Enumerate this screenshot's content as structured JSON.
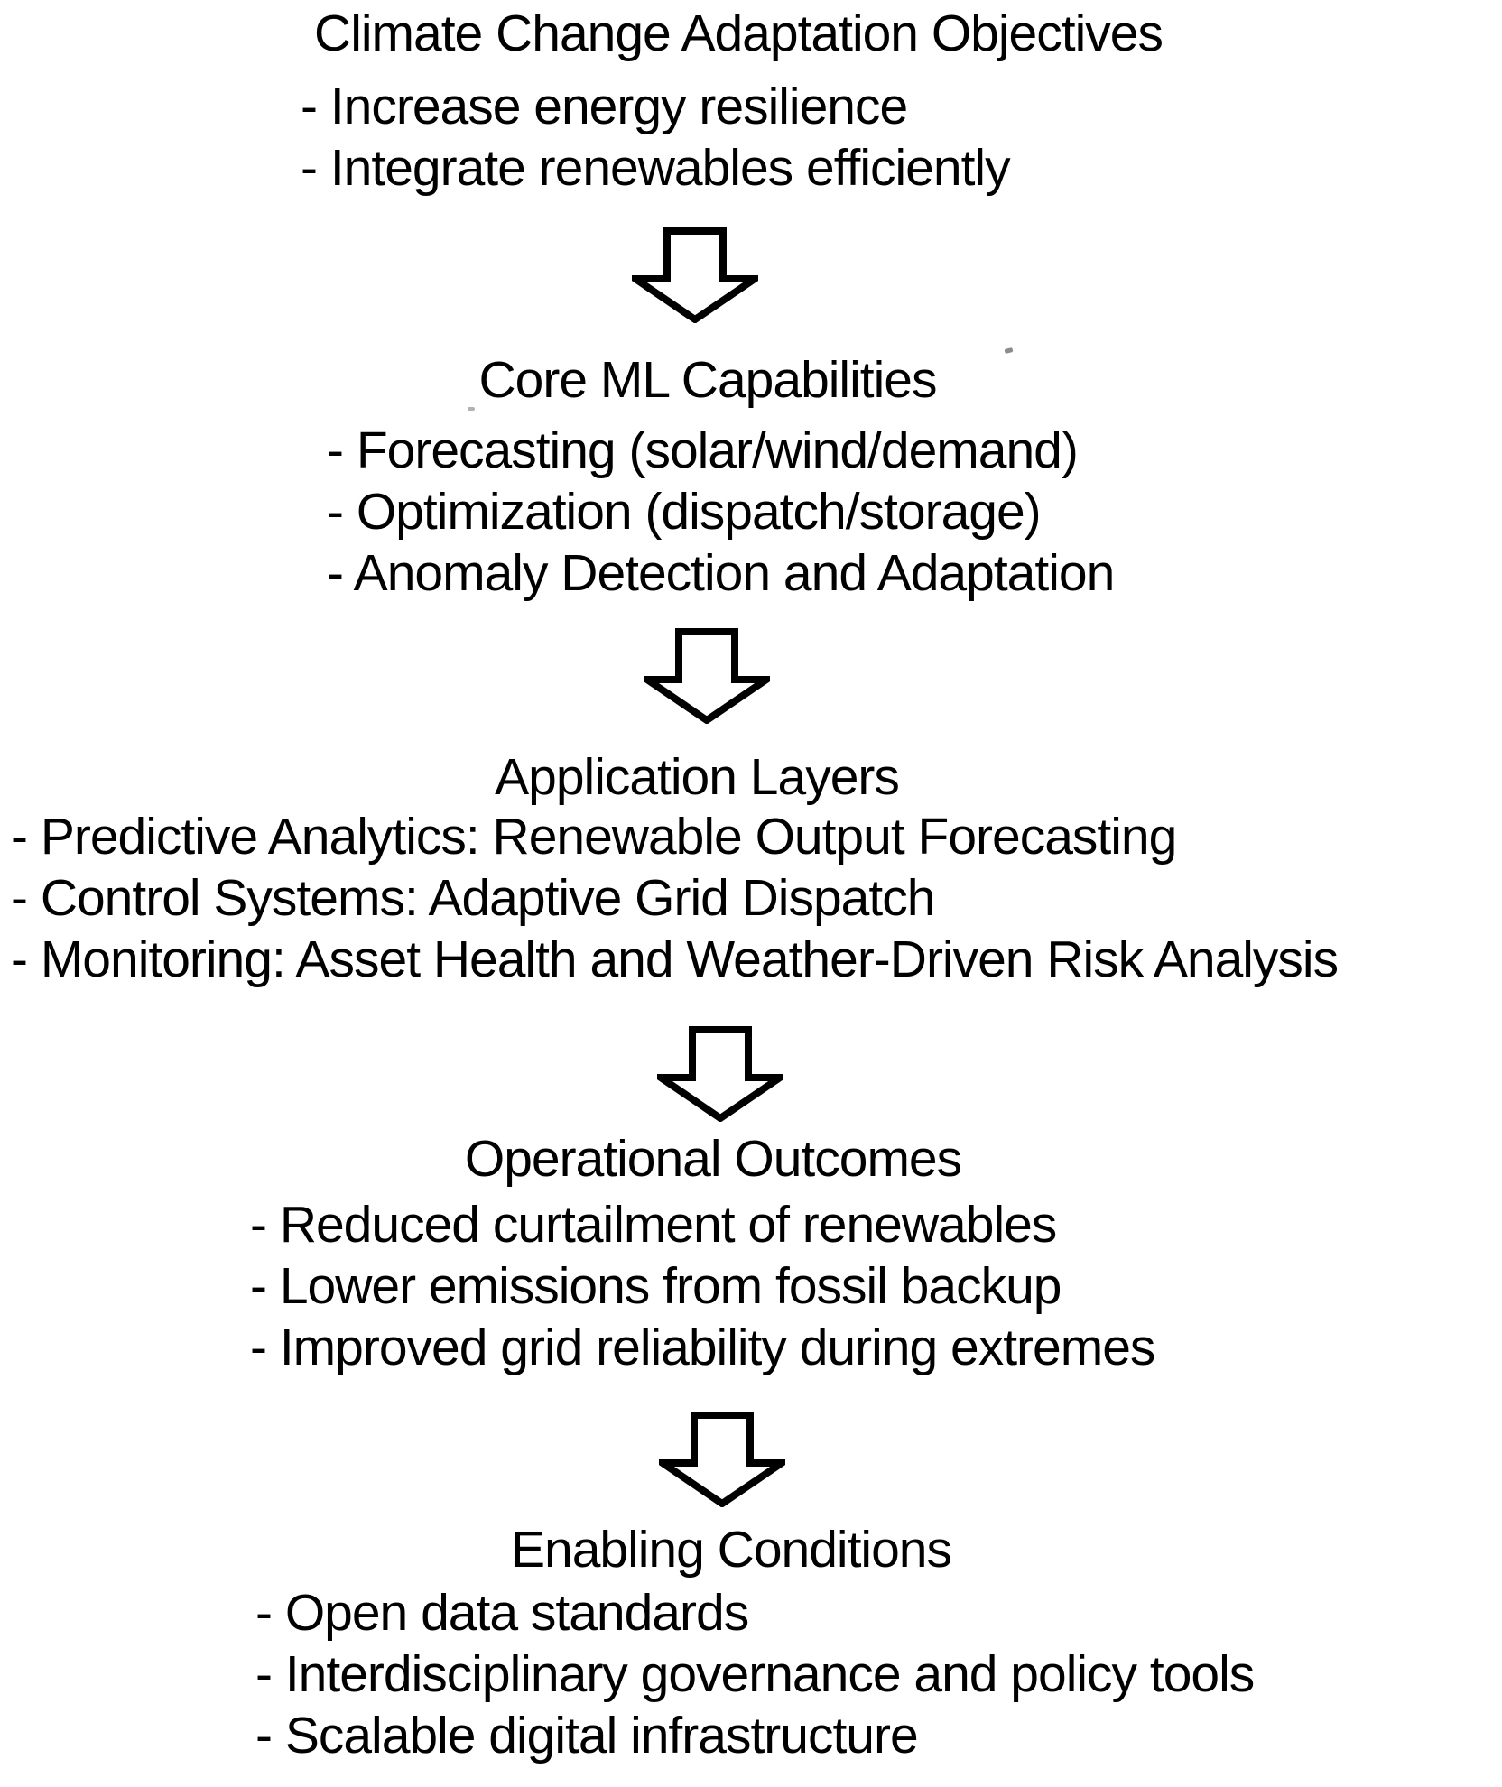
{
  "page": {
    "background_color": "#ffffff",
    "text_color": "#000000",
    "connector_icon": "down-arrow-icon",
    "connector_style": {
      "outline_color": "#000000",
      "fill_color": "#ffffff"
    }
  },
  "flowchart": {
    "sections": [
      {
        "title": "Climate Change Adaptation Objectives",
        "bullets": [
          "- Increase energy resilience",
          "- Integrate renewables efficiently"
        ]
      },
      {
        "title": "Core ML Capabilities",
        "bullets": [
          "- Forecasting (solar/wind/demand)",
          "- Optimization (dispatch/storage)",
          "- Anomaly Detection and Adaptation"
        ]
      },
      {
        "title": "Application Layers",
        "bullets": [
          "- Predictive Analytics: Renewable Output Forecasting",
          "- Control Systems: Adaptive Grid Dispatch",
          "- Monitoring: Asset Health and Weather-Driven Risk Analysis"
        ]
      },
      {
        "title": "Operational Outcomes",
        "bullets": [
          "- Reduced curtailment of renewables",
          "- Lower emissions from fossil backup",
          "- Improved grid reliability during extremes"
        ]
      },
      {
        "title": "Enabling Conditions",
        "bullets": [
          "- Open data standards",
          "- Interdisciplinary governance and policy tools",
          "- Scalable digital infrastructure"
        ]
      }
    ]
  }
}
